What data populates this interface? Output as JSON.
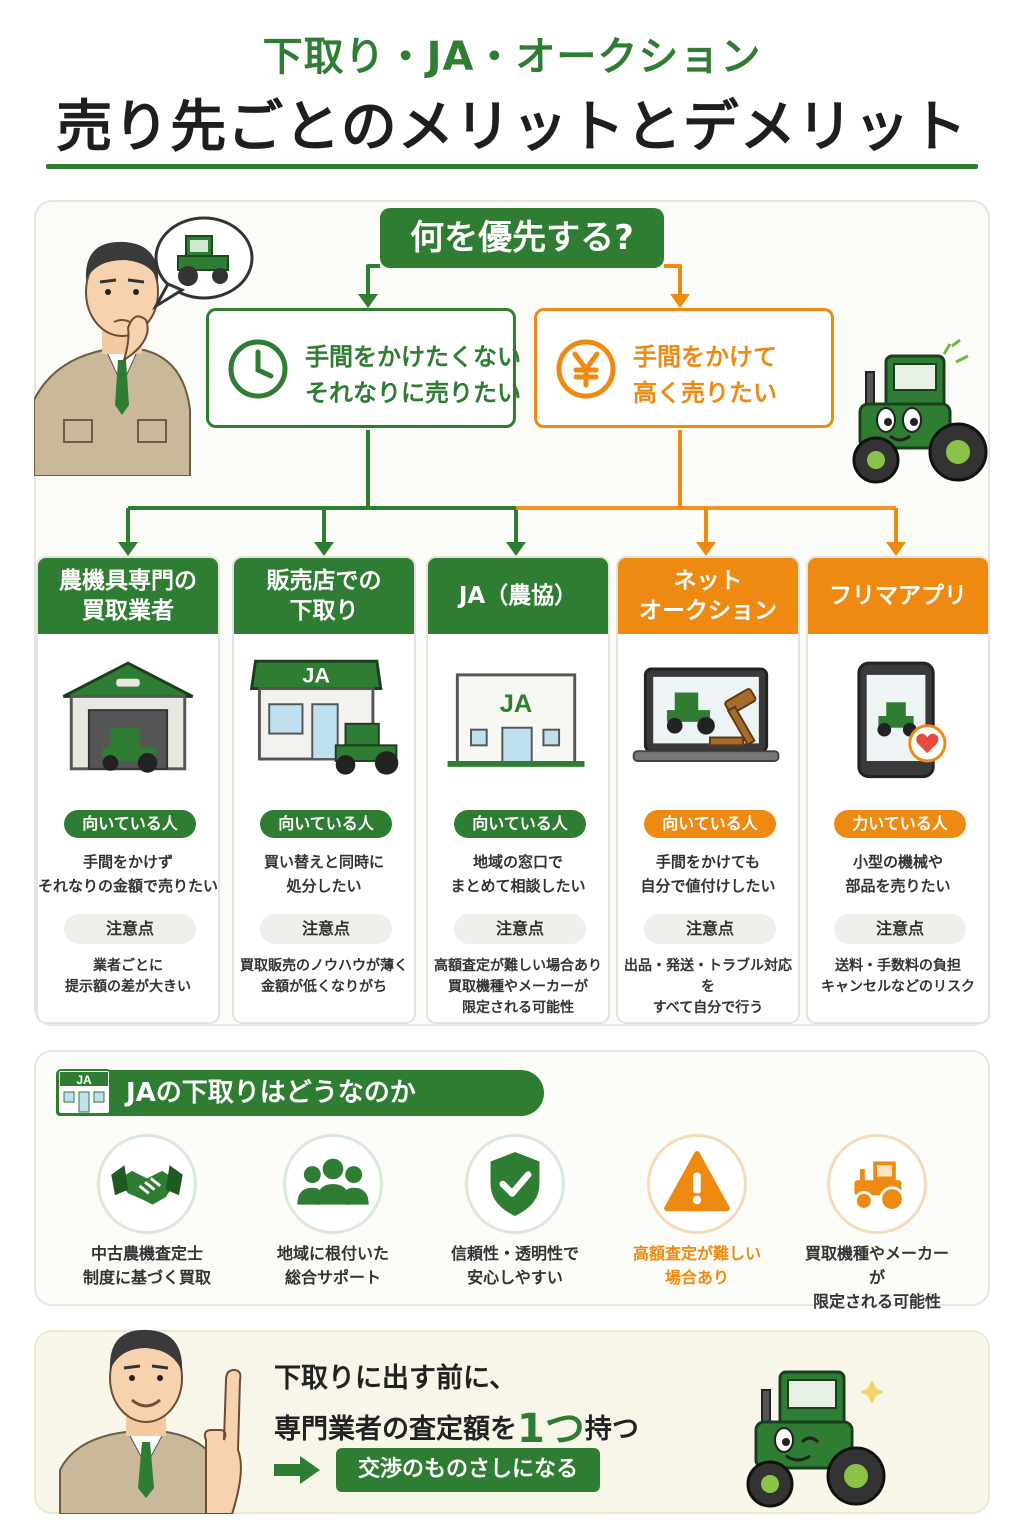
{
  "header": {
    "subtitle": "下取り・JA・オークション",
    "title": "売り先ごとのメリットとデメリット"
  },
  "decision": {
    "question": "何を優先する?",
    "left_line1": "手間をかけたくない",
    "left_line2": "それなりに売りたい",
    "right_line1": "手間をかけて",
    "right_line2": "高く売りたい"
  },
  "cards": [
    {
      "title": "農機具専門の\n買取業者",
      "tag": "向いている人",
      "fit": "手間をかけず\nそれなりの金額で売りたい",
      "note_tag": "注意点",
      "note": "業者ごとに\n提示額の差が大きい"
    },
    {
      "title": "販売店での\n下取り",
      "tag": "向いている人",
      "fit": "買い替えと同時に\n処分したい",
      "note_tag": "注意点",
      "note": "買取販売のノウハウが薄く\n金額が低くなりがち"
    },
    {
      "title": "JA（農協）",
      "tag": "向いている人",
      "fit": "地域の窓口で\nまとめて相談したい",
      "note_tag": "注意点",
      "note": "高額査定が難しい場合あり\n買取機種やメーカーが\n限定される可能性"
    },
    {
      "title": "ネット\nオークション",
      "tag": "向いている人",
      "fit": "手間をかけても\n自分で値付けしたい",
      "note_tag": "注意点",
      "note": "出品・発送・トラブル対応を\nすべて自分で行う"
    },
    {
      "title": "フリマアプリ",
      "tag": "力いている人",
      "fit": "小型の機械や\n部品を売りたい",
      "note_tag": "注意点",
      "note": "送料・手数料の負担\nキャンセルなどのリスク"
    }
  ],
  "signs": {
    "ja_shop": "JA",
    "ja_office": "JA",
    "ja_banner": "JA"
  },
  "ja_section": {
    "title": "JAの下取りはどうなのか",
    "features": [
      {
        "label": "中古農機査定士\n制度に基づく買取",
        "icon": "handshake-icon"
      },
      {
        "label": "地域に根付いた\n総合サポート",
        "icon": "people-icon"
      },
      {
        "label": "信頼性・透明性で\n安心しやすい",
        "icon": "shield-check-icon"
      },
      {
        "label": "高額査定が難しい\n場合あり",
        "icon": "warning-icon"
      },
      {
        "label": "買取機種やメーカーが\n限定される可能性",
        "icon": "tractor-icon"
      }
    ]
  },
  "advice": {
    "line1": "下取りに出す前に、",
    "line2_pre": "専門業者の査定額を",
    "line2_num": "1つ",
    "line2_post": "持つ",
    "pill": "交渉のものさしになる"
  },
  "colors": {
    "green": "#2e7d32",
    "orange": "#ee8a12"
  }
}
